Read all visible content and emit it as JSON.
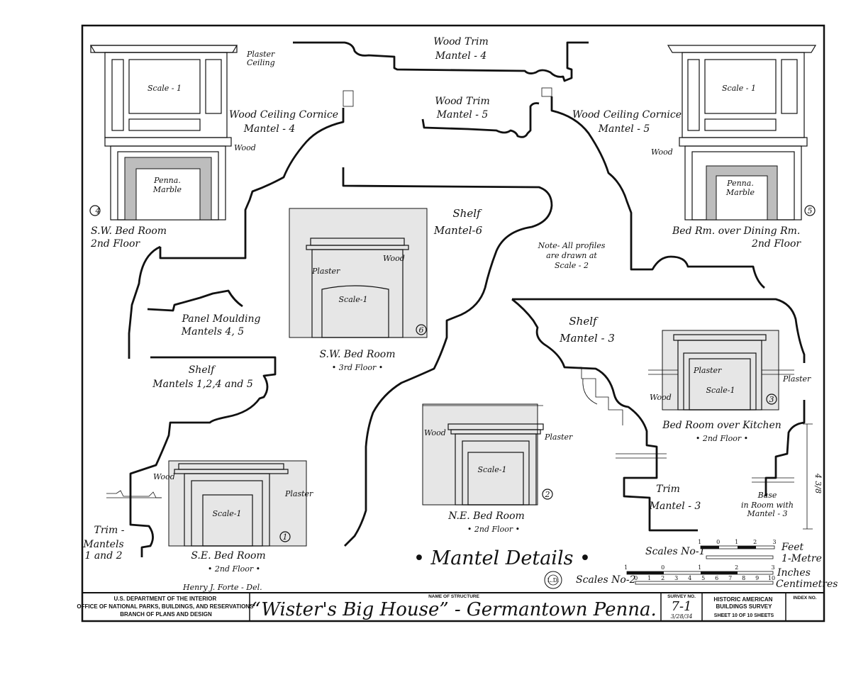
{
  "labels": {
    "plaster_ceiling": [
      "Plaster",
      "Ceiling"
    ],
    "wood_trim_4": [
      "Wood Trim",
      "Mantel - 4"
    ],
    "wood_trim_5": [
      "Wood Trim",
      "Mantel - 5"
    ],
    "ceiling_cornice_4": [
      "Wood Ceiling Cornice",
      "Mantel - 4"
    ],
    "ceiling_cornice_5": [
      "Wood Ceiling Cornice",
      "Mantel - 5"
    ],
    "shelf_6": [
      "Shelf",
      "Mantel-6"
    ],
    "note": [
      "Note- All profiles",
      "are drawn at",
      "Scale - 2"
    ],
    "panel_moulding": [
      "Panel Moulding",
      "Mantels 4, 5"
    ],
    "shelf_1245": [
      "Shelf",
      "Mantels 1,2,4 and 5"
    ],
    "shelf_3": [
      "Shelf",
      "Mantel - 3"
    ],
    "trim_3": [
      "Trim",
      "Mantel - 3"
    ],
    "base": [
      "Base",
      "in Room with",
      "Mantel - 3"
    ],
    "trim_12": [
      "Trim -",
      "Mantels",
      "1 and 2"
    ],
    "dim_4_3_8": "4 3/8",
    "wood": "Wood",
    "plaster": "Plaster",
    "scale_1": "Scale - 1",
    "scale_1_short": "Scale-1",
    "penna_marble": [
      "Penna.",
      "Marble"
    ]
  },
  "mantels": {
    "m4": {
      "num": "4",
      "room": "S.W. Bed Room",
      "floor": "2nd Floor"
    },
    "m5": {
      "num": "5",
      "room": "Bed Rm. over Dining Rm.",
      "floor": "2nd Floor"
    },
    "m6": {
      "num": "6",
      "room": "S.W. Bed Room",
      "floor": "• 3rd Floor •"
    },
    "m3": {
      "num": "3",
      "room": "Bed Room over Kitchen",
      "floor": "• 2nd Floor •"
    },
    "m2": {
      "num": "2",
      "room": "N.E. Bed Room",
      "floor": "• 2nd Floor •"
    },
    "m1": {
      "num": "1",
      "room": "S.E. Bed Room",
      "floor": "• 2nd Floor •"
    }
  },
  "title_main": "• Mantel Details •",
  "delineator": "Henry J. Forte - Del.",
  "scales": {
    "no1": "Scales No-1",
    "no2": "Scales No-2",
    "feet": "Feet",
    "metre": "1-Metre",
    "inches": "Inches",
    "centimetres": "Centimetres",
    "feet_ticks": [
      "1",
      "0",
      "1",
      "2",
      "3"
    ],
    "inch_ticks": [
      "1",
      "0",
      "1",
      "2",
      "3"
    ],
    "cm_ticks": [
      "0",
      "1",
      "2",
      "3",
      "4",
      "5",
      "6",
      "7",
      "8",
      "9",
      "10"
    ]
  },
  "title_block": {
    "agency": [
      "U.S. DEPARTMENT OF THE INTERIOR",
      "OFFICE OF NATIONAL PARKS, BUILDINGS, AND RESERVATIONS",
      "BRANCH OF PLANS AND DESIGN"
    ],
    "name_label": "NAME OF STRUCTURE",
    "structure": "“Wister's Big House” - Germantown Penna.",
    "survey_label": "SURVEY NO.",
    "survey_no": "7-1",
    "survey_date": "3/28/34",
    "habs": [
      "HISTORIC AMERICAN",
      "BUILDINGS SURVEY"
    ],
    "sheet": "SHEET 10 OF 10 SHEETS",
    "index_label": "INDEX NO."
  },
  "stamp": "L.D."
}
